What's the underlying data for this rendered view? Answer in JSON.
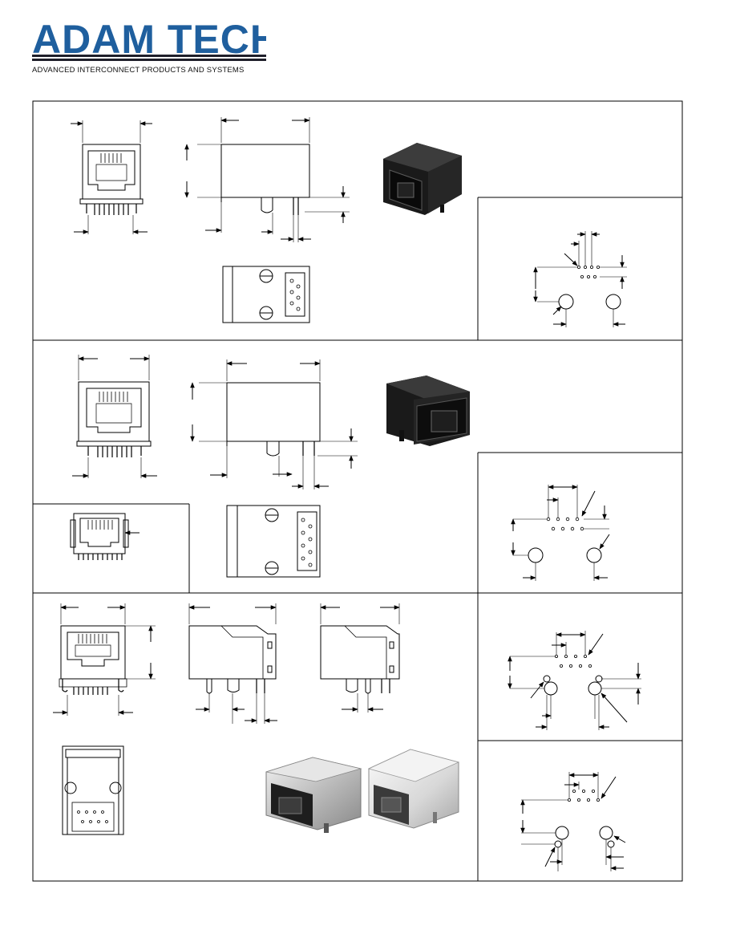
{
  "header": {
    "brand": "ADAM TECH",
    "tagline": "ADVANCED INTERCONNECT PRODUCTS AND SYSTEMS",
    "brand_color": "#1f5f9e"
  },
  "sections": [
    {
      "id": "section-1",
      "description_panel": "",
      "pcb_layout_panel": ""
    },
    {
      "id": "section-2",
      "description_panel": "",
      "pcb_layout_panel": ""
    },
    {
      "id": "section-3",
      "pcb_layout_panel": ""
    },
    {
      "id": "section-4",
      "pcb_layout_panel": ""
    }
  ],
  "icons": [
    "rj-jack-front-view-icon",
    "rj-jack-side-view-icon",
    "rj-jack-bottom-view-icon",
    "rj-jack-photo-icon",
    "pcb-hole-pattern-icon"
  ]
}
